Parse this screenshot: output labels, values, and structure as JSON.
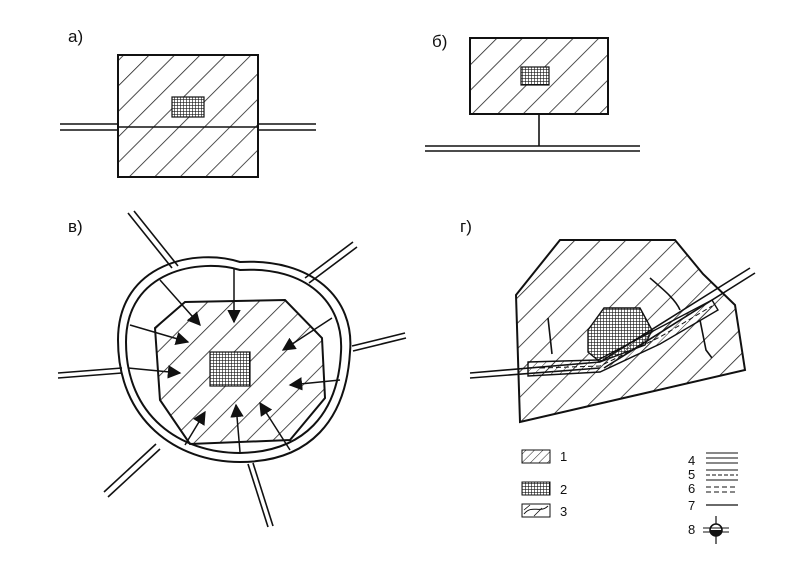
{
  "panels": [
    {
      "id": "a",
      "label": "а)"
    },
    {
      "id": "b",
      "label": "б)"
    },
    {
      "id": "v",
      "label": "в)"
    },
    {
      "id": "g",
      "label": "г)"
    }
  ],
  "legend": {
    "items": [
      {
        "num": "1",
        "symbol": "hatch"
      },
      {
        "num": "2",
        "symbol": "grid"
      },
      {
        "num": "3",
        "symbol": "hatch-curve"
      },
      {
        "num": "4",
        "symbol": "triple-line"
      },
      {
        "num": "5",
        "symbol": "dashed-line"
      },
      {
        "num": "6",
        "symbol": "dash-line"
      },
      {
        "num": "7",
        "symbol": "single-line"
      },
      {
        "num": "8",
        "symbol": "crossing"
      }
    ]
  }
}
